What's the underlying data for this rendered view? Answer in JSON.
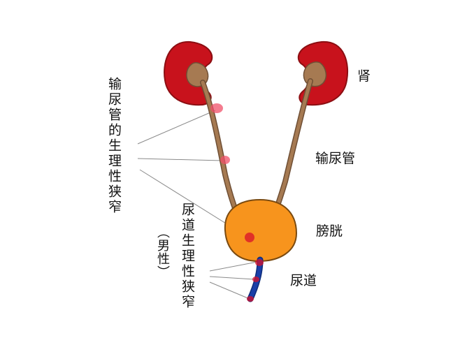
{
  "labels": {
    "kidney": "肾",
    "ureter": "输尿管",
    "bladder": "膀胱",
    "urethra": "尿道",
    "ureter_narrowing": "输尿管的生理性狭窄",
    "urethra_narrowing": "尿道生理性狭窄",
    "male_note": "（男性）"
  },
  "colors": {
    "kidney": "#c8121c",
    "kidney_dark": "#8c0e12",
    "pelvis": "#a67a52",
    "ureter": "#a67a52",
    "bladder": "#f7941d",
    "urethra": "#1a3fa8",
    "narrowing": "#f0506a",
    "pointer_line": "#8a8a8a"
  }
}
